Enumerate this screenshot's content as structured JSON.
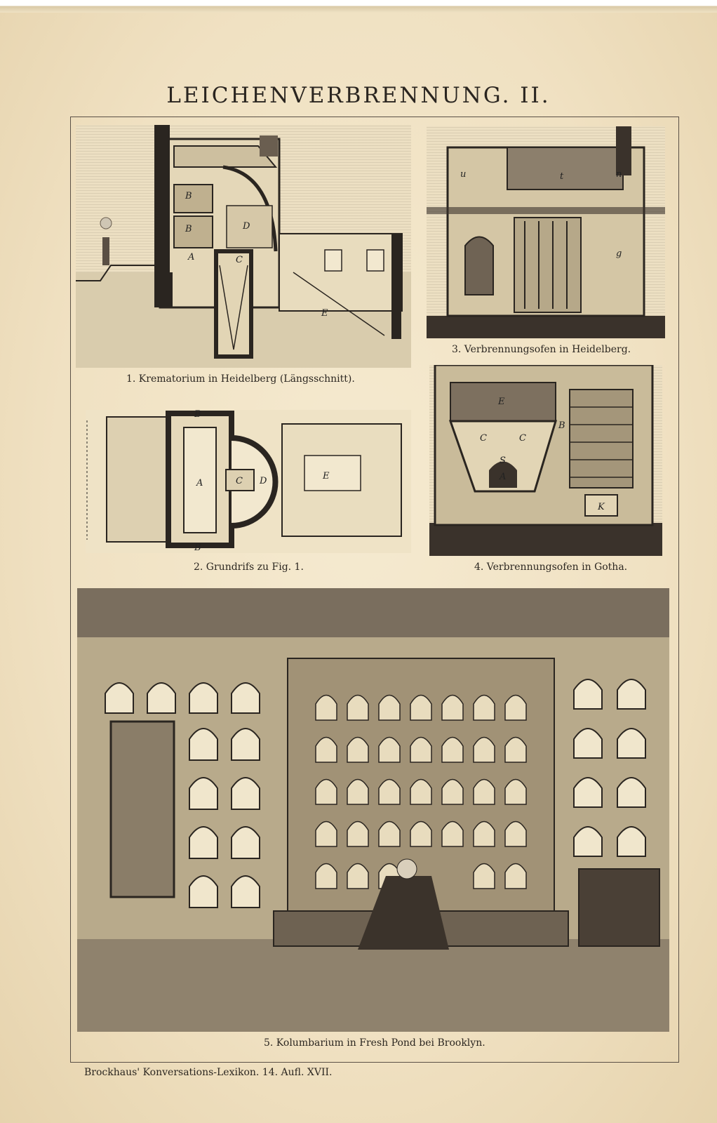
{
  "title": "LEICHENVERBRENNUNG. II.",
  "figures": [
    {
      "caption": "1. Krematorium in Heidelberg (Längsschnitt).",
      "labels": [
        "B",
        "B",
        "D",
        "A",
        "C",
        "E"
      ]
    },
    {
      "caption": "2. Grundrifs zu Fig. 1.",
      "labels": [
        "B",
        "A",
        "C",
        "D",
        "E",
        "B"
      ]
    },
    {
      "caption": "3. Verbrennungsofen in Heidelberg.",
      "labels": [
        "u",
        "t",
        "n",
        "g"
      ]
    },
    {
      "caption": "4. Verbrennungsofen in Gotha.",
      "labels": [
        "E",
        "C",
        "C",
        "B",
        "S",
        "A",
        "K"
      ]
    },
    {
      "caption": "5. Kolumbarium in Fresh Pond bei Brooklyn."
    }
  ],
  "footer": "Brockhaus' Konversations-Lexikon. 14. Aufl. XVII."
}
